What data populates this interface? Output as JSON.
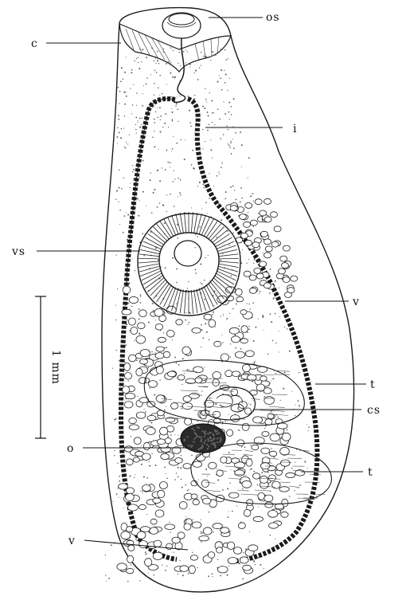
{
  "labels": {
    "os": "os",
    "c": "c",
    "i": "i",
    "vs": "vs",
    "v_right": "v",
    "t_upper": "t",
    "cs": "cs",
    "o": "o",
    "t_lower": "t",
    "v_left": "v"
  },
  "scale_bar": {
    "label": "1 mm"
  },
  "colors": {
    "ink": "#1a1a1a",
    "ovary_fill": "#2a2a2a",
    "paper": "#ffffff"
  }
}
